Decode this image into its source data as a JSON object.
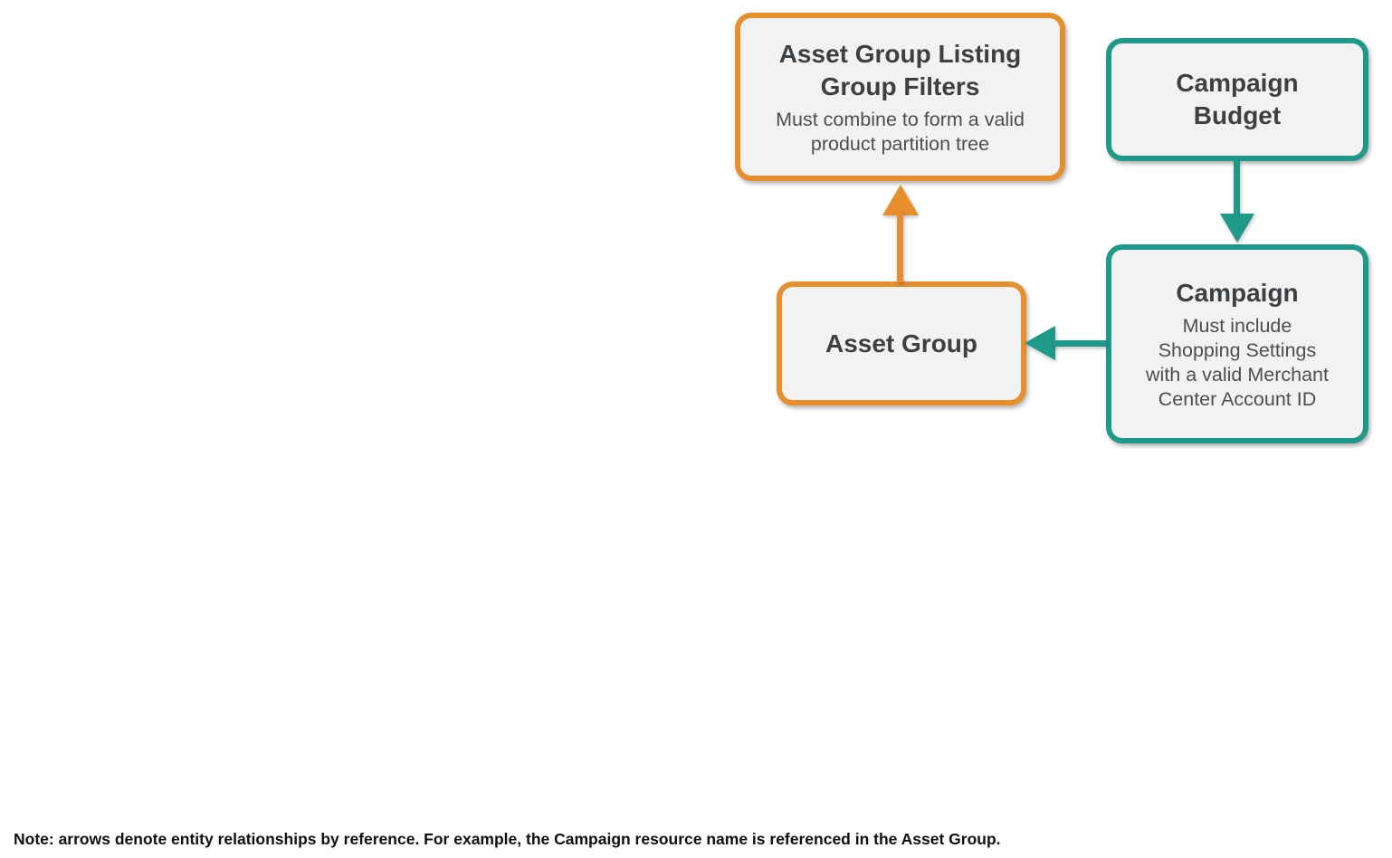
{
  "colors": {
    "orange_accent": "#E78E2D",
    "teal_accent": "#1F998A",
    "node_fill": "#F2F2F2",
    "title_text": "#3C4043",
    "body_text": "#4B4F52",
    "background": "#FFFFFF"
  },
  "nodes": {
    "listing_filters": {
      "title": "Asset Group Listing\nGroup Filters",
      "subtitle": "Must combine to form a valid\nproduct partition tree",
      "accent": "orange"
    },
    "campaign_budget": {
      "title": "Campaign\nBudget",
      "accent": "teal"
    },
    "campaign": {
      "title": "Campaign",
      "subtitle": "Must include\nShopping Settings\nwith a valid Merchant\nCenter Account ID",
      "accent": "teal"
    },
    "asset_group": {
      "title": "Asset Group",
      "accent": "orange"
    }
  },
  "edges": [
    {
      "from": "asset_group",
      "to": "listing_filters",
      "color": "orange",
      "direction": "up"
    },
    {
      "from": "campaign_budget",
      "to": "campaign",
      "color": "teal",
      "direction": "down"
    },
    {
      "from": "campaign",
      "to": "asset_group",
      "color": "teal",
      "direction": "left"
    }
  ],
  "footnote": "Note: arrows denote entity relationships by reference. For example, the Campaign resource name is referenced in the Asset Group."
}
